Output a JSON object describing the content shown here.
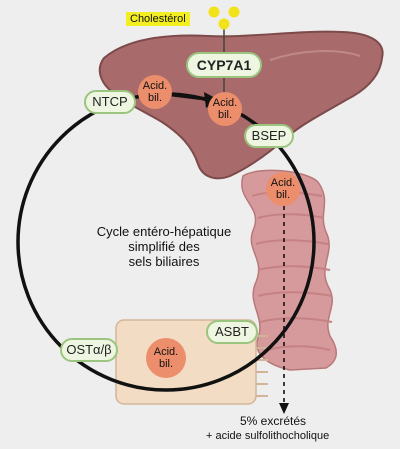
{
  "labels": {
    "cholesterol": "Cholestérol",
    "cyp7a1": "CYP7A1",
    "cycle_line1": "Cycle entéro-hépatique",
    "cycle_line2": "simplifié des",
    "cycle_line3": "sels biliaires",
    "excreted_line1": "5% excrétés",
    "excreted_line2": "+ acide sulfolithocholique"
  },
  "transporters": {
    "ntcp": "NTCP",
    "bsep": "BSEP",
    "asbt": "ASBT",
    "ost": "OSTα/β"
  },
  "bile_acid": {
    "line1": "Acid.",
    "line2": "bil."
  },
  "colors": {
    "liver": "#a86a6a",
    "liver_edge": "#7d4a4a",
    "intestine": "#d79a9c",
    "cell": "#f2dcc4",
    "bile_acid": "#ec8e6c",
    "transporter_fill": "#eef6e2",
    "transporter_stroke": "#9bc47e",
    "cholesterol": "#f1e21a"
  }
}
